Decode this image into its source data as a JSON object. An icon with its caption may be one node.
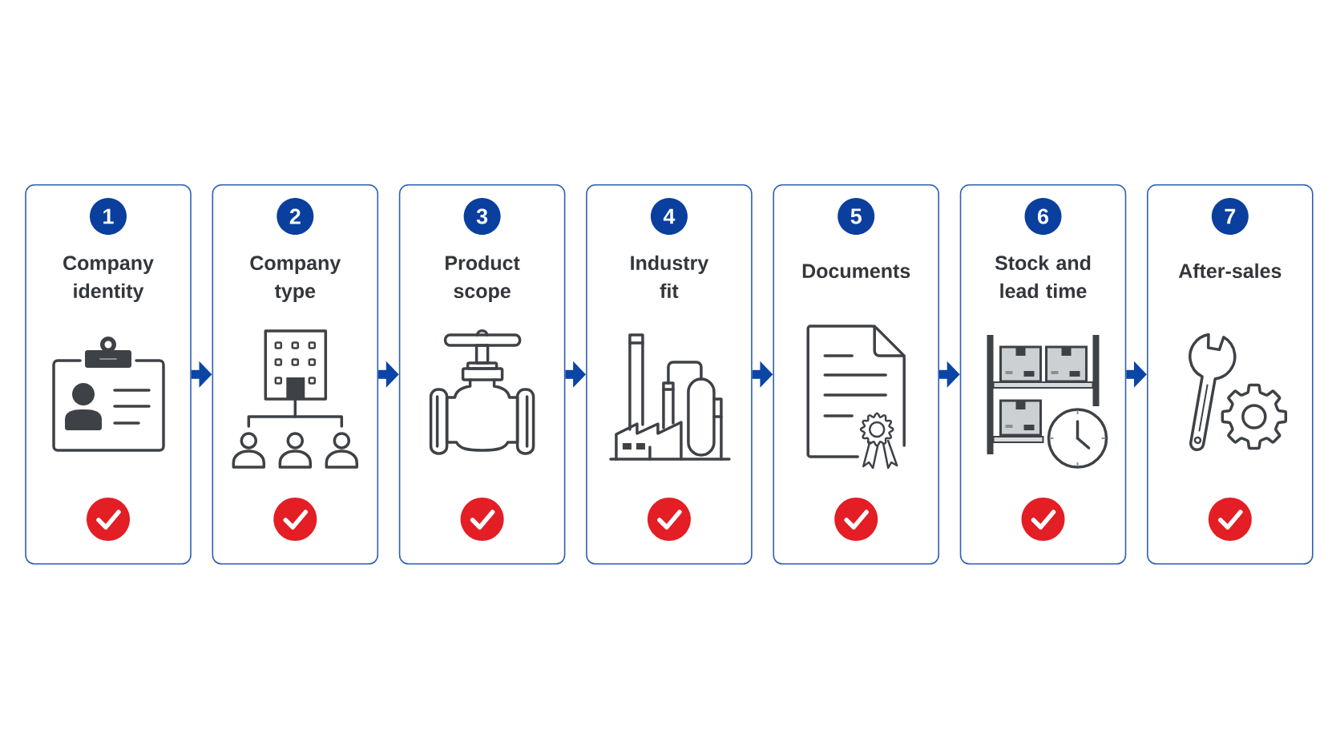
{
  "diagram": {
    "nodes": [
      {
        "text": [
          "Company identity"
        ]
      },
      {
        "text": [
          "1"
        ],
        "in": 0
      },
      {
        "text": [
          "Company type"
        ]
      },
      {
        "text": [
          "2"
        ],
        "in": 2
      },
      {
        "text": [
          "Product scope"
        ]
      },
      {
        "text": [
          "3"
        ],
        "in": 4
      },
      {
        "text": [
          "Industry fit"
        ]
      },
      {
        "text": [
          "4"
        ],
        "in": 6
      },
      {
        "text": [
          "Documents"
        ]
      },
      {
        "text": [
          "5"
        ],
        "in": 8
      },
      {
        "text": [
          "Stock and lead time"
        ]
      },
      {
        "text": [
          "6"
        ],
        "in": 10
      },
      {
        "text": [
          "After-sales"
        ]
      },
      {
        "text": [
          "7"
        ],
        "in": 12
      }
    ],
    "edges": [
      {
        "from": 0,
        "to": 2,
        "arrow": "to"
      },
      {
        "from": 2,
        "to": 4,
        "arrow": "to"
      },
      {
        "from": 4,
        "to": 6,
        "arrow": "to"
      },
      {
        "from": 6,
        "to": 8,
        "arrow": "to"
      },
      {
        "from": 8,
        "to": 10,
        "arrow": "to"
      },
      {
        "from": 10,
        "to": 12,
        "arrow": "to"
      }
    ]
  }
}
